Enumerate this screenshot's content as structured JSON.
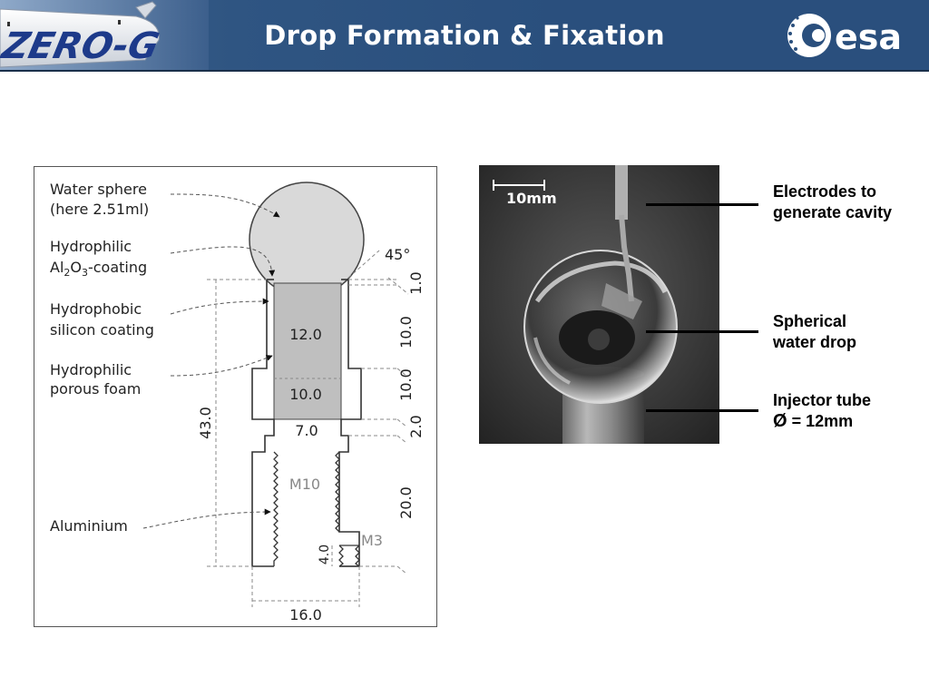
{
  "header": {
    "title": "Drop Formation & Fixation",
    "logo_text": "esa",
    "plane_text": "ZERO-G"
  },
  "diagram": {
    "labels": {
      "water_sphere_1": "Water sphere",
      "water_sphere_2": "(here 2.51ml)",
      "hydrophilic_1": "Hydrophilic",
      "hydrophilic_coat_al": "Al",
      "hydrophilic_coat_sub2": "2",
      "hydrophilic_coat_o": "O",
      "hydrophilic_coat_sub3": "3",
      "hydrophilic_coat_suffix": "-coating",
      "hydrophobic_1": "Hydrophobic",
      "hydrophobic_2": "silicon coating",
      "foam_1": "Hydrophilic",
      "foam_2": "porous foam",
      "aluminium": "Aluminium"
    },
    "dimensions": {
      "angle": "45°",
      "d1": "1.0",
      "d10a": "10.0",
      "d10b": "10.0",
      "d2": "2.0",
      "d20": "20.0",
      "d43": "43.0",
      "d4": "4.0",
      "inner_12": "12.0",
      "inner_10": "10.0",
      "inner_7": "7.0",
      "thread_m10": "M10",
      "thread_m3": "M3",
      "width_16": "16.0"
    }
  },
  "photo": {
    "scale_label": "10mm"
  },
  "callouts": {
    "electrodes_1": "Electrodes to",
    "electrodes_2": "generate cavity",
    "drop_1": "Spherical",
    "drop_2": "water drop",
    "tube_1": "Injector tube",
    "tube_symbol": "Ø",
    "tube_2": " = 12mm"
  }
}
